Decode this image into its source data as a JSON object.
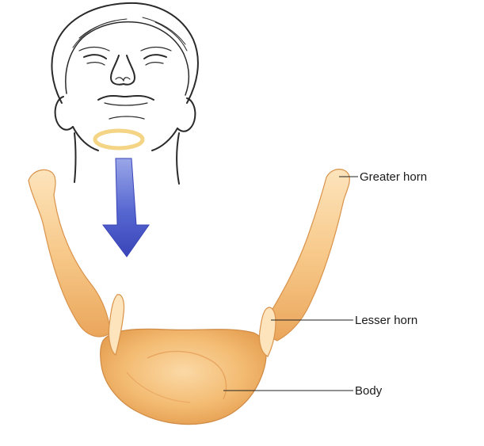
{
  "labels": {
    "greater_horn": "Greater horn",
    "lesser_horn": "Lesser horn",
    "body": "Body"
  },
  "colors": {
    "bone_fill": "#f7c98a",
    "bone_shade": "#eaa65b",
    "bone_highlight": "#fde4bc",
    "arrow": "#4a5cc9",
    "line_art": "#2a2a2a",
    "hyoid_position_marker": "#f3cf78"
  },
  "icons": {
    "head": "head-outline",
    "arrow": "down-arrow"
  }
}
